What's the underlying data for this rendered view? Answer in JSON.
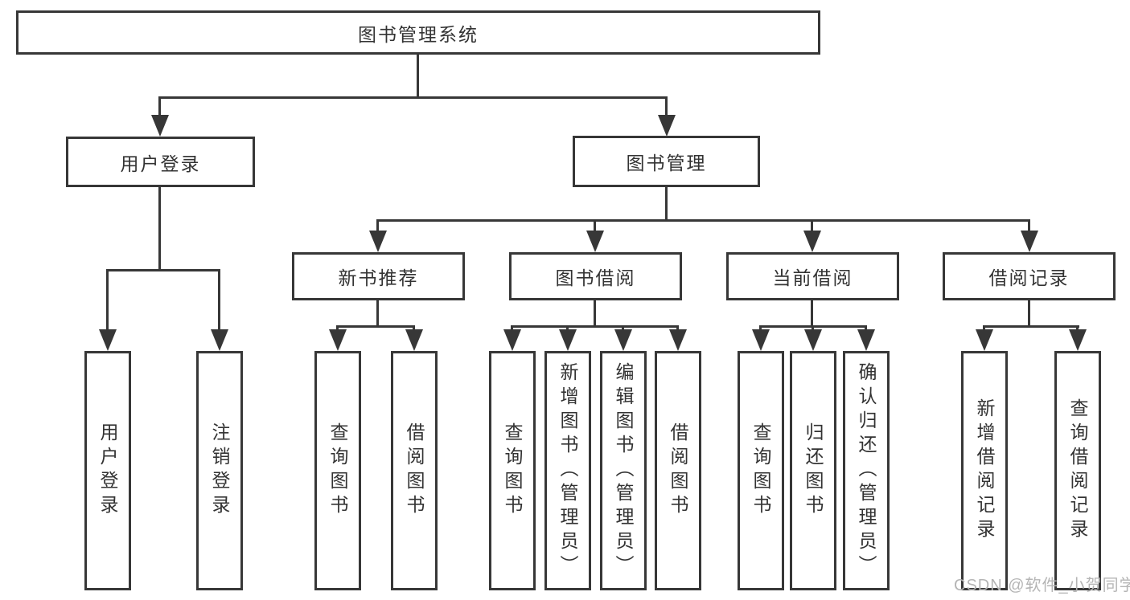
{
  "colors": {
    "line": "#373737",
    "text": "#333333",
    "watermark": "#b5b5b5"
  },
  "watermark": {
    "text": "CSDN @软件_小贺同学"
  },
  "org": {
    "root": "图书管理系统",
    "level1": [
      {
        "label": "用户登录",
        "children": [
          {
            "label": "用户登录"
          },
          {
            "label": "注销登录"
          }
        ]
      },
      {
        "label": "图书管理",
        "children": [
          {
            "label": "新书推荐",
            "children": [
              {
                "label": "查询图书"
              },
              {
                "label": "借阅图书"
              }
            ]
          },
          {
            "label": "图书借阅",
            "children": [
              {
                "label": "查询图书"
              },
              {
                "label": "新增图书（管理员）"
              },
              {
                "label": "编辑图书（管理员）"
              },
              {
                "label": "借阅图书"
              }
            ]
          },
          {
            "label": "当前借阅",
            "children": [
              {
                "label": "查询图书"
              },
              {
                "label": "归还图书"
              },
              {
                "label": "确认归还（管理员）"
              }
            ]
          },
          {
            "label": "借阅记录",
            "children": [
              {
                "label": "新增借阅记录"
              },
              {
                "label": "查询借阅记录"
              }
            ]
          }
        ]
      }
    ]
  }
}
